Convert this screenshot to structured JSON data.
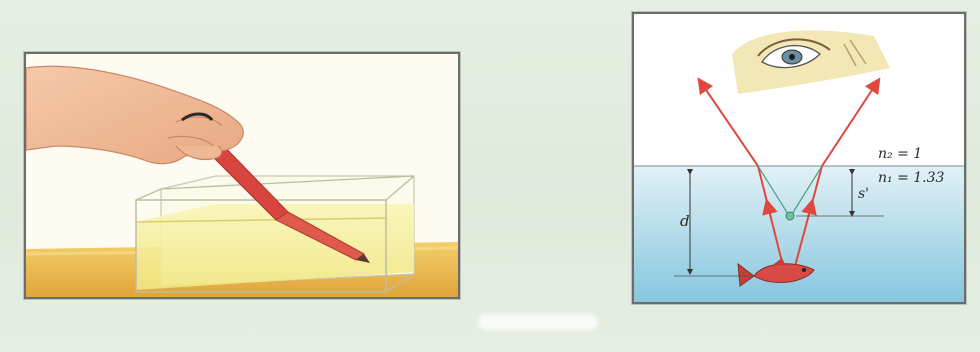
{
  "figure": {
    "right_panel": {
      "labels": {
        "n2": "n₂ = 1",
        "n1": "n₁ = 1.33",
        "s_prime": "s'",
        "d": "d"
      }
    }
  },
  "colors": {
    "ray": "#e0483f",
    "virtual_ray": "#4fa07f",
    "water_top": "#d8ebf2",
    "water_bottom": "#7fc3dc",
    "fish": "#d94a45",
    "table": "#e8b34a",
    "pencil": "#d8453f",
    "tank_water": "#f4ef9a"
  }
}
